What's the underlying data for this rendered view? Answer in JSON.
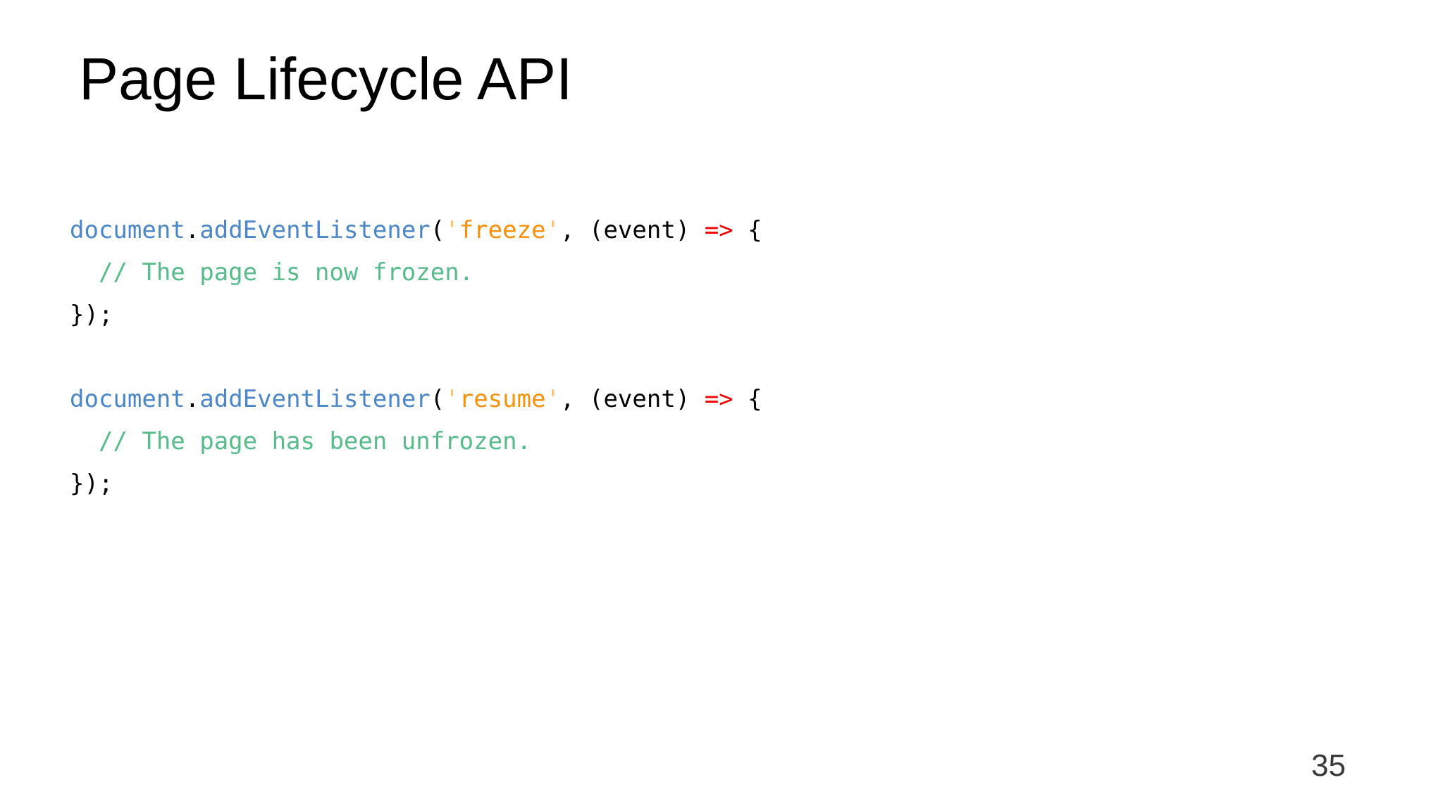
{
  "slide": {
    "title": "Page Lifecycle API",
    "page_number": "35",
    "background": "#ffffff"
  },
  "colors": {
    "plain": "#000000",
    "ident": "#4a86c8",
    "string": "#f89008",
    "quote": "#f9c06a",
    "comment": "#57bb8a",
    "arrow": "#f40000",
    "pagenum": "#3a3a3a"
  },
  "code": {
    "blocks": [
      {
        "lines": [
          {
            "tokens": [
              {
                "type": "ident",
                "text": "document"
              },
              {
                "type": "plain",
                "text": "."
              },
              {
                "type": "ident",
                "text": "addEventListener"
              },
              {
                "type": "plain",
                "text": "("
              },
              {
                "type": "quote",
                "text": "'"
              },
              {
                "type": "string",
                "text": "freeze"
              },
              {
                "type": "quote",
                "text": "'"
              },
              {
                "type": "plain",
                "text": ", (event) "
              },
              {
                "type": "arrow",
                "text": "=>"
              },
              {
                "type": "plain",
                "text": " {"
              }
            ]
          },
          {
            "tokens": [
              {
                "type": "comment",
                "text": "  // The page is now frozen."
              }
            ]
          },
          {
            "tokens": [
              {
                "type": "plain",
                "text": "});"
              }
            ]
          }
        ]
      },
      {
        "lines": [
          {
            "tokens": [
              {
                "type": "ident",
                "text": "document"
              },
              {
                "type": "plain",
                "text": "."
              },
              {
                "type": "ident",
                "text": "addEventListener"
              },
              {
                "type": "plain",
                "text": "("
              },
              {
                "type": "quote",
                "text": "'"
              },
              {
                "type": "string",
                "text": "resume"
              },
              {
                "type": "quote",
                "text": "'"
              },
              {
                "type": "plain",
                "text": ", (event) "
              },
              {
                "type": "arrow",
                "text": "=>"
              },
              {
                "type": "plain",
                "text": " {"
              }
            ]
          },
          {
            "tokens": [
              {
                "type": "comment",
                "text": "  // The page has been unfrozen."
              }
            ]
          },
          {
            "tokens": [
              {
                "type": "plain",
                "text": "});"
              }
            ]
          }
        ]
      }
    ]
  }
}
